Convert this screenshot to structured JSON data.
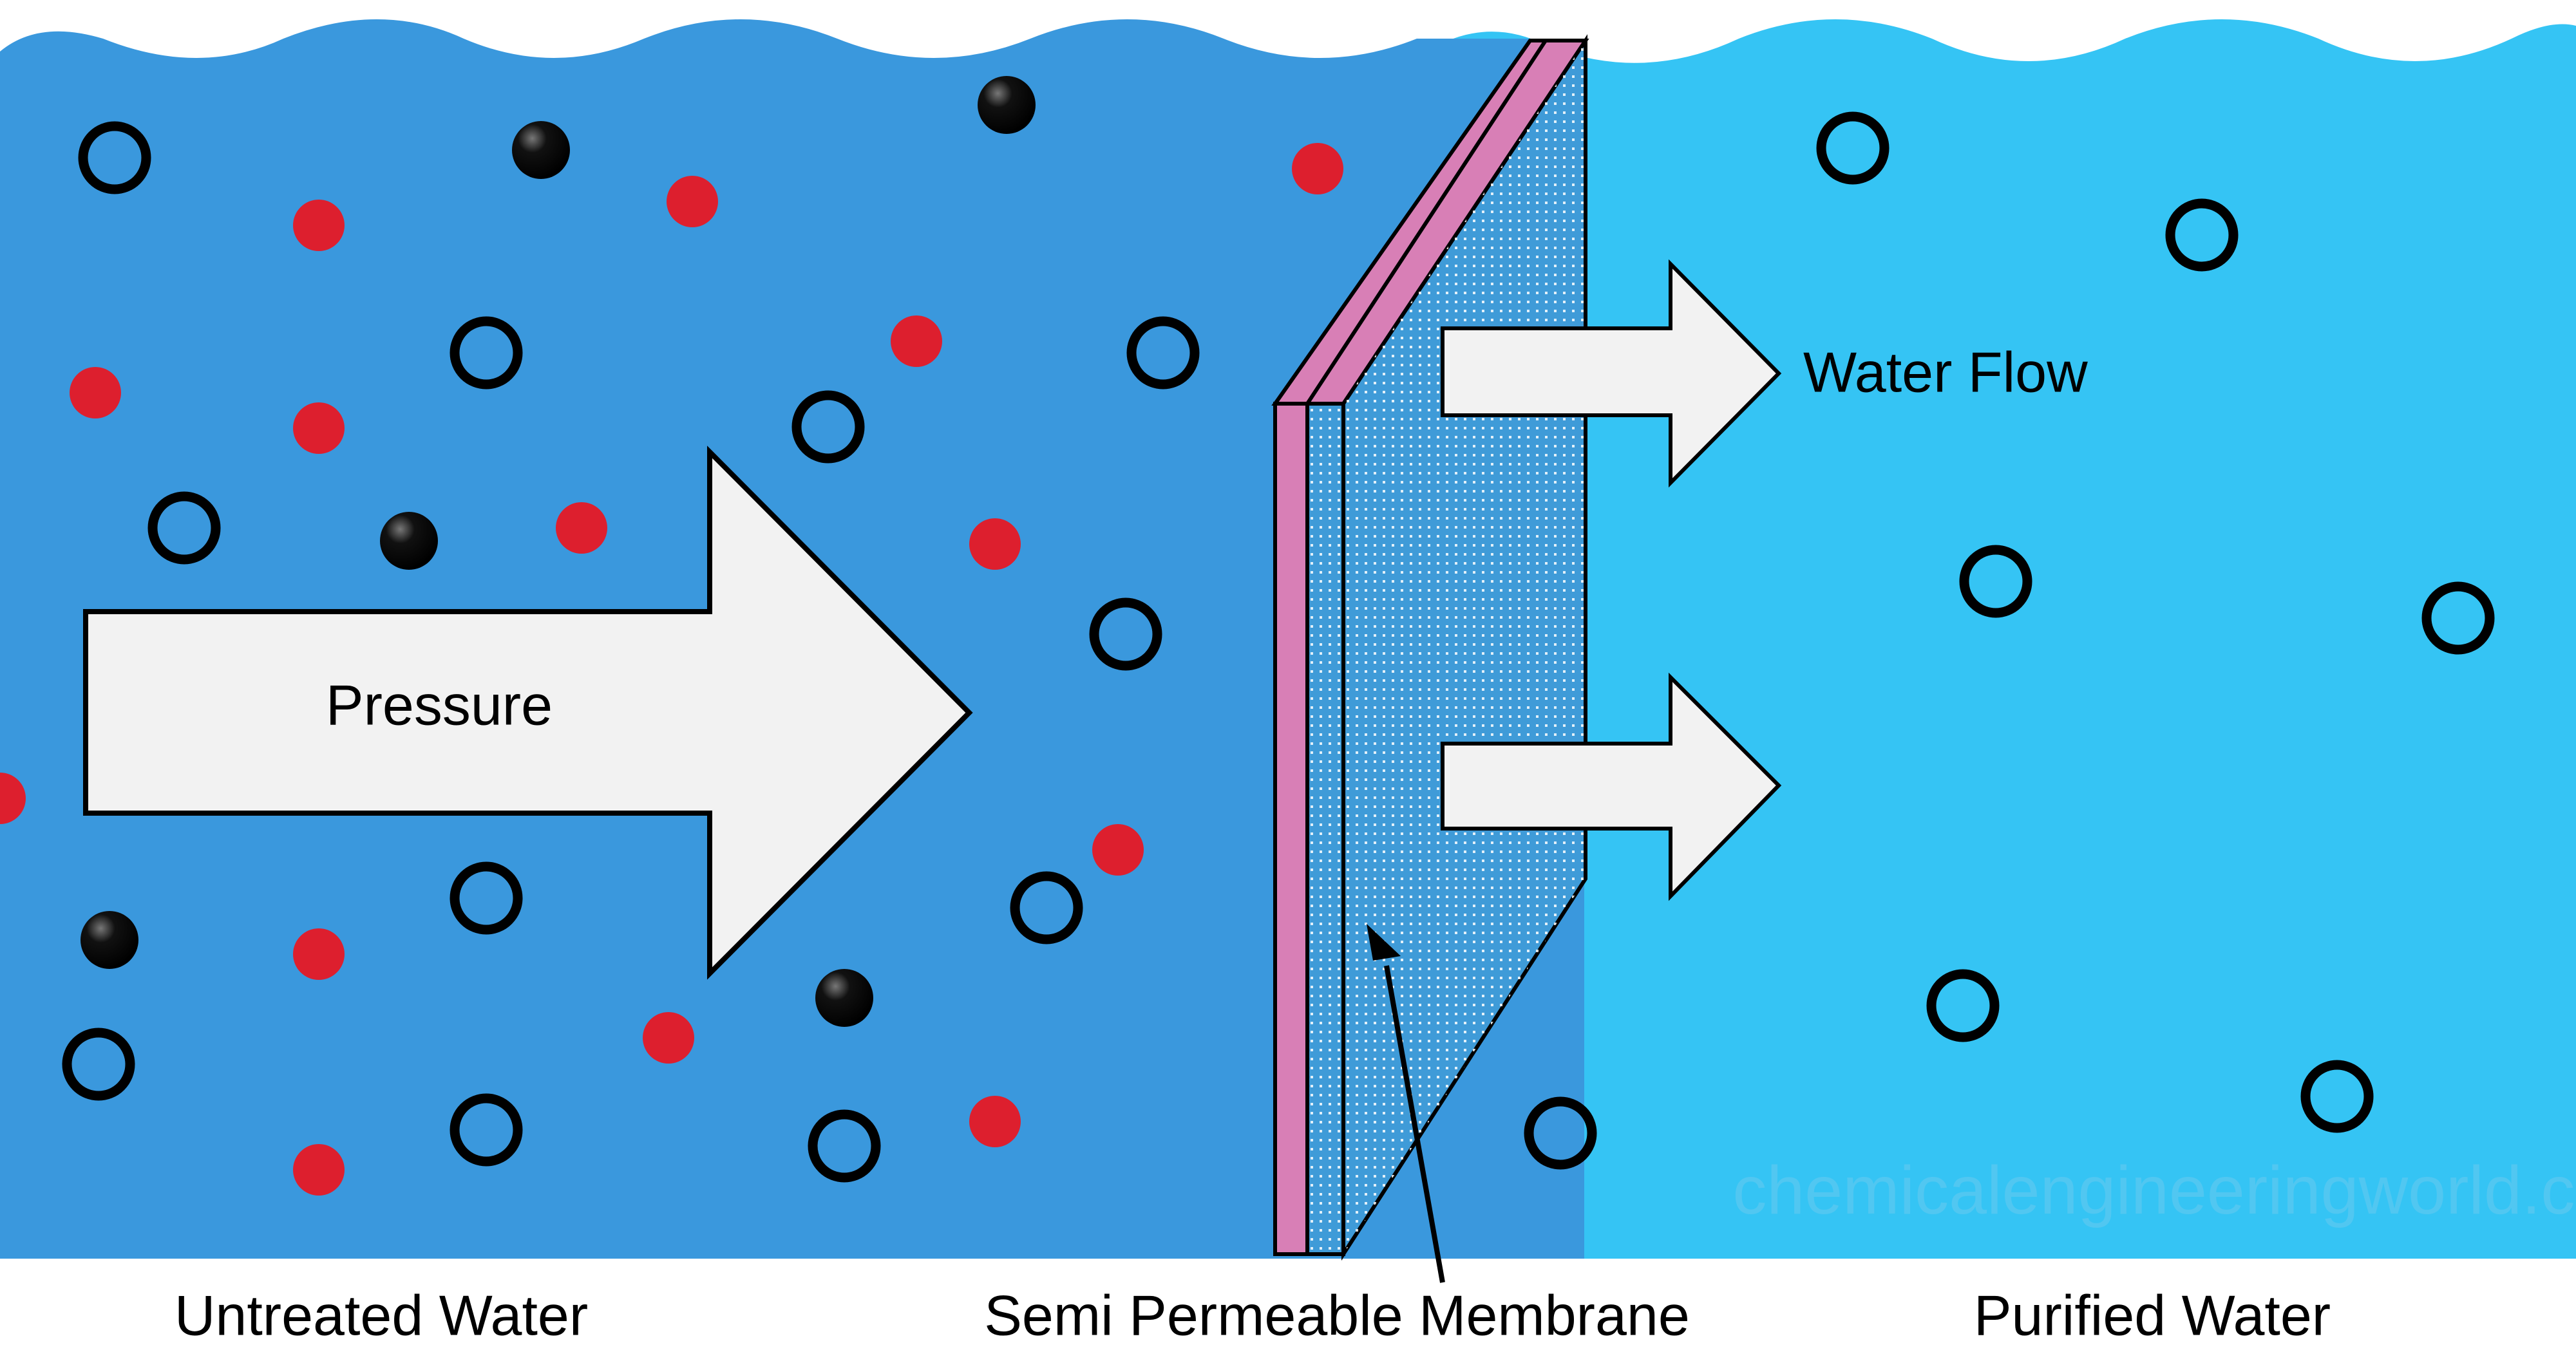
{
  "diagram": {
    "arrows": {
      "pressure": "Pressure",
      "water_flow": "Water Flow"
    },
    "captions": {
      "untreated": "Untreated Water",
      "membrane": "Semi Permeable Membrane",
      "purified": "Purified Water"
    },
    "watermark": "chemicalengineeringworld.com"
  },
  "colors": {
    "untreated_water": "#3a98dd",
    "purified_water": "#35c4f4",
    "membrane_edge": "#d87fb6",
    "membrane_face": "#3f9bd8",
    "arrow_fill": "#f2f2f2",
    "contaminant_red": "#dd1f2e",
    "molecule_ring": "#000000"
  }
}
